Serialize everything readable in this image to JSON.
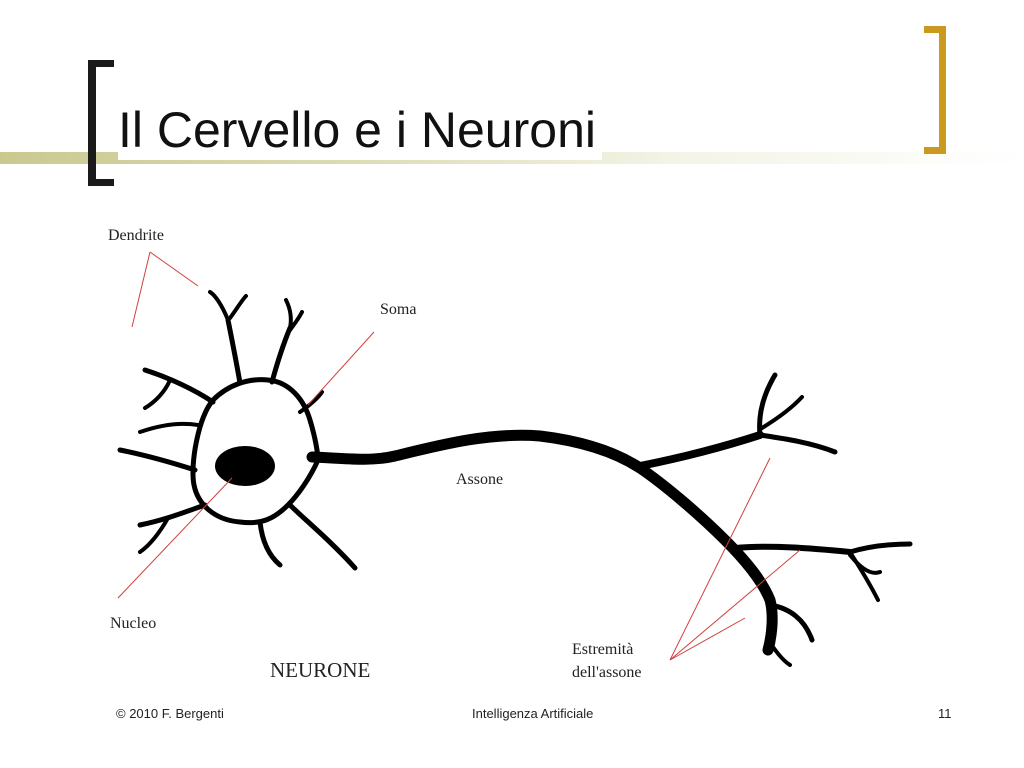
{
  "slide": {
    "title": "Il Cervello e i Neuroni"
  },
  "diagram": {
    "labels": {
      "dendrite": "Dendrite",
      "soma": "Soma",
      "assone": "Assone",
      "nucleo": "Nucleo",
      "estremita_line1": "Estremità",
      "estremita_line2": "dell'assone",
      "caption": "NEURONE"
    },
    "colors": {
      "leader_lines": "#d04040",
      "neuron": "#000000"
    }
  },
  "footer": {
    "copyright": "© 2010 F. Bergenti",
    "course": "Intelligenza Artificiale",
    "page_number": "11"
  }
}
